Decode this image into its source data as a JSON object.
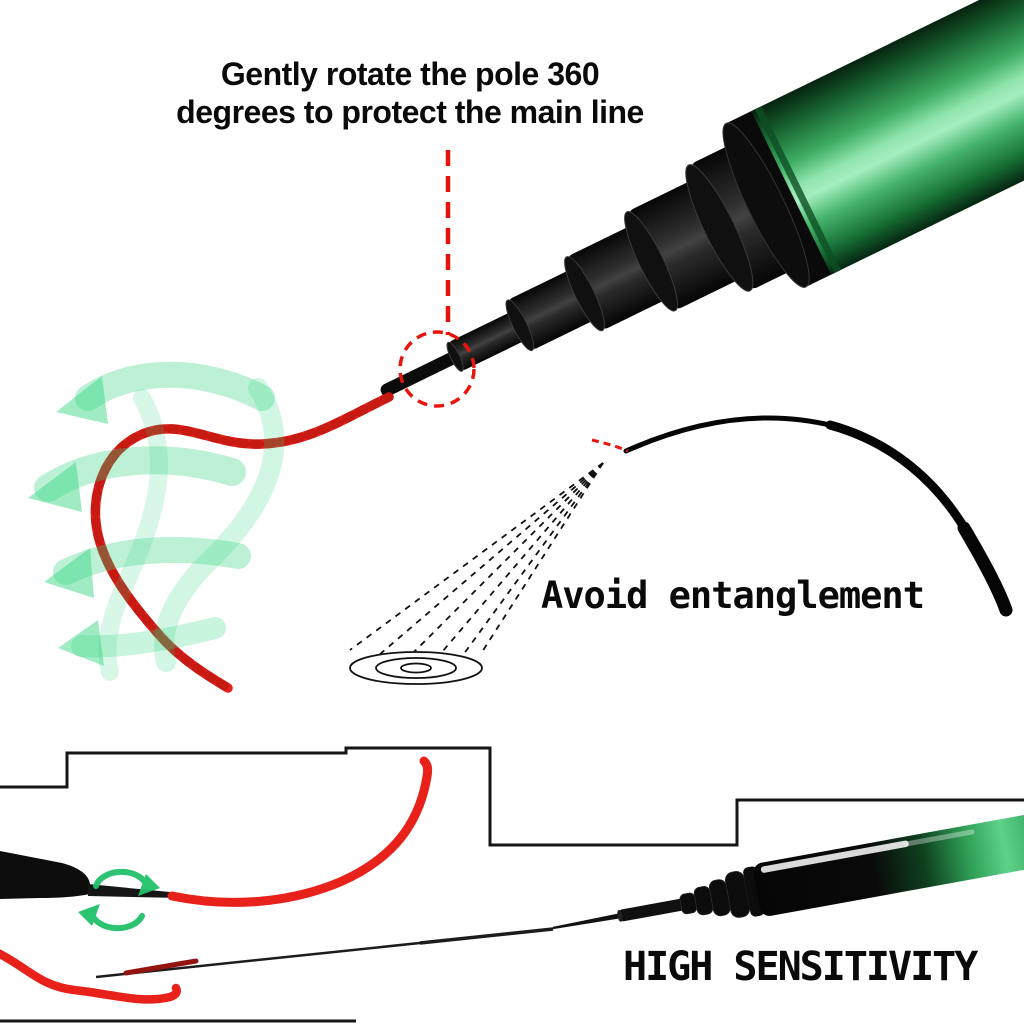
{
  "texts": {
    "annotation_line1": "Gently rotate the pole 360",
    "annotation_line2": "degrees to protect the main line",
    "avoid_entanglement": "Avoid entanglement",
    "high_sensitivity": "HIGH SENSITIVITY"
  },
  "colors": {
    "background": "#ffffff",
    "rod_green": "#2f9e55",
    "rod_black": "#0d0d0d",
    "line_red": "#e8211a",
    "arrow_green": "#2fd57e",
    "annotation_red": "#e8150d",
    "outline_black": "#161616"
  }
}
